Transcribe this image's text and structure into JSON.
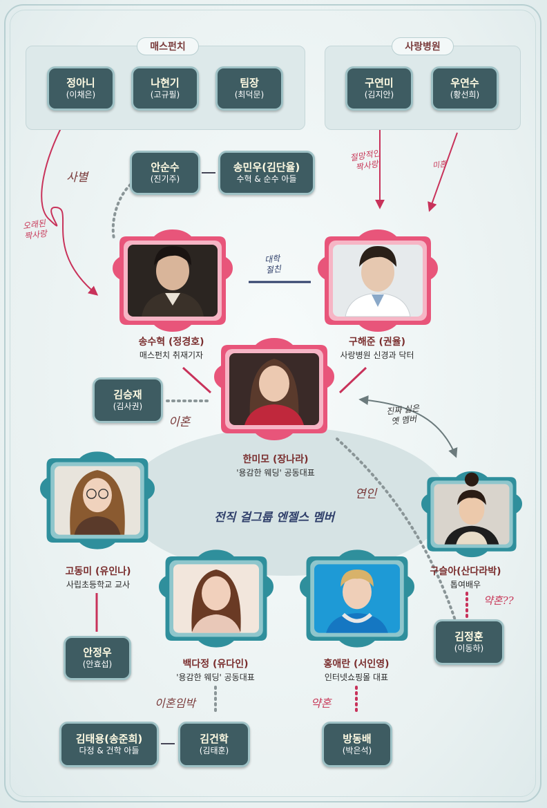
{
  "groups": {
    "masspunch": "매스펀치",
    "hospital": "사랑병원"
  },
  "people": {
    "jeong_ani": {
      "name": "정아니",
      "actor": "(이채은)"
    },
    "na_hyeongi": {
      "name": "나현기",
      "actor": "(고규필)"
    },
    "team_leader": {
      "name": "팀장",
      "actor": "(최덕문)"
    },
    "gu_yeonmi": {
      "name": "구연미",
      "actor": "(김지안)"
    },
    "woo_yeonsu": {
      "name": "우연수",
      "actor": "(황선희)"
    },
    "ahn_sunsu": {
      "name": "안순수",
      "actor": "(진기주)"
    },
    "song_minwoo": {
      "name": "송민우(김단율)",
      "actor": "수혁 & 순수 아들"
    },
    "song_suhyuk": {
      "name": "송수혁 (정경호)",
      "role": "매스펀치 취재기자"
    },
    "gu_haejun": {
      "name": "구해준 (권율)",
      "role": "사랑병원 신경과 닥터"
    },
    "kim_seungjae": {
      "name": "김승재",
      "actor": "(김사권)"
    },
    "han_mimo": {
      "name": "한미모 (장나라)",
      "role": "'용감한 웨딩' 공동대표"
    },
    "go_dongmi": {
      "name": "고동미 (유인나)",
      "role": "사립초등학교 교사"
    },
    "gu_seula": {
      "name": "구슬아(산다라박)",
      "role": "톱여배우"
    },
    "ahn_jeongwoo": {
      "name": "안정우",
      "actor": "(안효섭)"
    },
    "baek_dajeong": {
      "name": "백다정 (유다인)",
      "role": "'용감한 웨딩' 공동대표"
    },
    "hong_aeran": {
      "name": "홍애란 (서인영)",
      "role": "인터넷쇼핑몰 대표"
    },
    "kim_jeonghun": {
      "name": "김정훈",
      "actor": "(이동하)"
    },
    "kim_taeyong": {
      "name": "김태용(송준희)",
      "actor": "다정 & 건학 아들"
    },
    "kim_geonhak": {
      "name": "김건학",
      "actor": "(김태훈)"
    },
    "bang_dongbae": {
      "name": "방동배",
      "actor": "(박은석)"
    }
  },
  "annotations": {
    "sabyeol": "사별",
    "long_crush_1": "오래된",
    "long_crush_2": "짝사랑",
    "college_1": "대학",
    "college_2": "절친",
    "hopeless_1": "절망적인",
    "hopeless_2": "짝사랑",
    "unmarried": "미혼",
    "divorce": "이혼",
    "hate_1": "진짜 싫은",
    "hate_2": "옛 멤버",
    "lover": "연인",
    "angels": "전직 걸그룹 엔젤스 멤버",
    "engaged_q": "약혼??",
    "divorce_pending": "이혼임박",
    "engaged": "약혼"
  },
  "colors": {
    "box_fill": "#3e5c62",
    "box_border": "#9fc2c6",
    "pink_frame": "#e8557a",
    "teal_frame": "#2f8f9c",
    "line_red": "#c8325a",
    "line_navy": "#2f3f6a"
  }
}
